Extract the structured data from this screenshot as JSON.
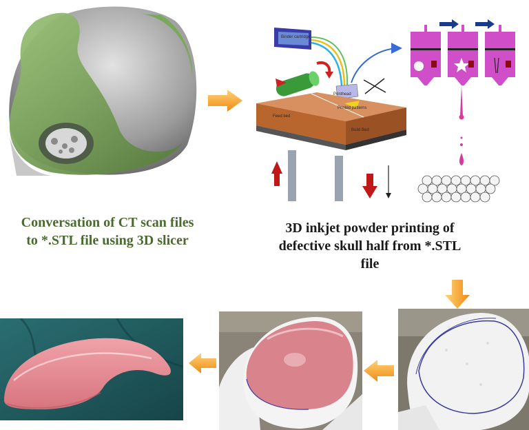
{
  "captions": {
    "ct_conversion": "Conversation of CT scan files to *.STL file using 3D slicer",
    "inkjet_printing": "3D inkjet powder printing of defective skull half from *.STL file"
  },
  "printer_labels": {
    "binder": "Binder cartridge",
    "printhead": "Printhead",
    "printed": "Printed patterns",
    "feed_bed": "Feed bed",
    "build_bed": "Build Bed"
  },
  "colors": {
    "caption_green": "#4a6b2e",
    "caption_dark": "#1a1a1a",
    "arrow_orange": "#f4a020",
    "skull_green": "#7aa85a",
    "skull_grey": "#b9b9b9",
    "implant_pink": "#e0888f",
    "drape_teal": "#1f5a5e",
    "magenta": "#d04fc9"
  }
}
